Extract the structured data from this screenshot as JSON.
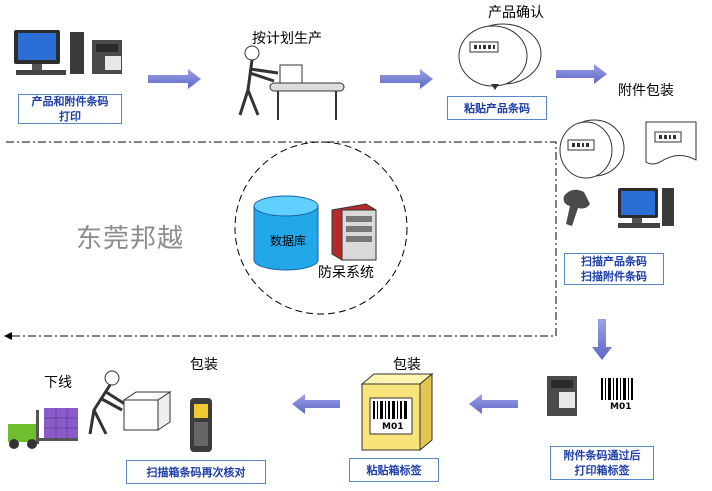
{
  "steps": {
    "print_labels": "产品和附件条码打印",
    "produce": "按计划生产",
    "confirm": "产品确认",
    "stick_product": "粘贴产品条码",
    "accessory_pack": "附件包装",
    "scan_codes_1": "扫描产品条码",
    "scan_codes_2": "扫描附件条码",
    "print_box_1": "附件条码通过后",
    "print_box_2": "打印箱标签",
    "stick_box": "粘贴箱标签",
    "pack_1": "包装",
    "pack_2": "包装",
    "scan_box": "扫描箱条码再次核对",
    "offline": "下线"
  },
  "center": {
    "database": "数据库",
    "system": "防呆系统",
    "watermark": "东莞邦越"
  },
  "labels": {
    "m01_box": "M01",
    "m01_printer": "M01"
  },
  "colors": {
    "arrow": "#7b84d6",
    "box_border": "#5b87c7",
    "box_text": "#1f3fa8",
    "db": "#22a7e8"
  }
}
